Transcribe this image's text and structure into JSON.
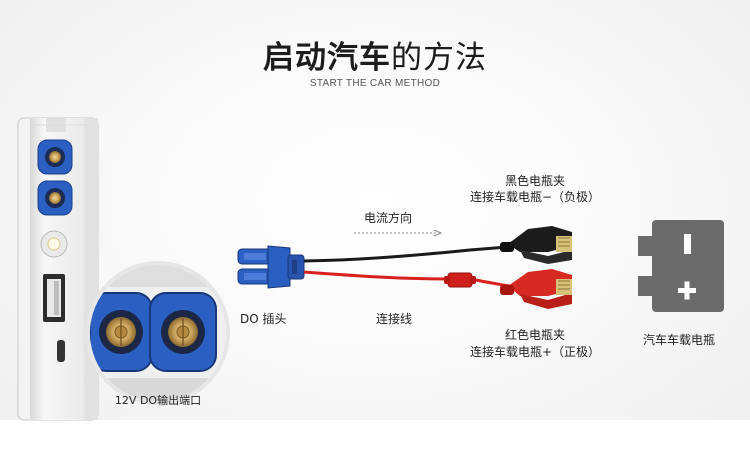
{
  "header": {
    "title_bold": "启动汽车",
    "title_rest": "的方法",
    "subtitle": "START THE CAR METHOD"
  },
  "labels": {
    "black_clip_title": "黑色电瓶夹",
    "black_clip_desc": "连接车载电瓶−（负极）",
    "current_direction": "电流方向",
    "do_plug": "DO 插头",
    "connecting_cable": "连接线",
    "red_clip_title": "红色电瓶夹",
    "red_clip_desc": "连接车载电瓶+（正极）",
    "car_battery": "汽车车载电瓶",
    "do_port": "12V DO输出端口"
  },
  "colors": {
    "plug_blue": "#2b5fc1",
    "cable_red": "#d8211e",
    "cable_black": "#1a1a1a",
    "battery_gray": "#6b6b6b"
  }
}
